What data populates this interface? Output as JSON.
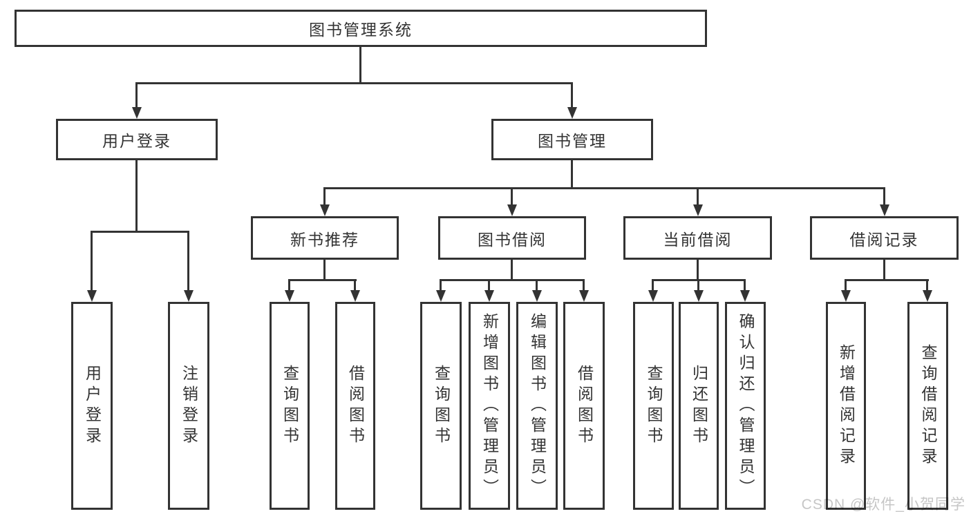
{
  "diagram": {
    "type": "hierarchy-tree",
    "root": {
      "label": "图书管理系统",
      "children": [
        {
          "label": "用户登录",
          "children": [
            {
              "label": "用户登录"
            },
            {
              "label": "注销登录"
            }
          ]
        },
        {
          "label": "图书管理",
          "children": [
            {
              "label": "新书推荐",
              "children": [
                {
                  "label": "查询图书"
                },
                {
                  "label": "借阅图书"
                }
              ]
            },
            {
              "label": "图书借阅",
              "children": [
                {
                  "label": "查询图书"
                },
                {
                  "label": "新增图书（管理员）"
                },
                {
                  "label": "编辑图书（管理员）"
                },
                {
                  "label": "借阅图书"
                }
              ]
            },
            {
              "label": "当前借阅",
              "children": [
                {
                  "label": "查询图书"
                },
                {
                  "label": "归还图书"
                },
                {
                  "label": "确认归还（管理员）"
                }
              ]
            },
            {
              "label": "借阅记录",
              "children": [
                {
                  "label": "新增借阅记录"
                },
                {
                  "label": "查询借阅记录"
                }
              ]
            }
          ]
        }
      ]
    }
  },
  "watermark": {
    "text": "CSDN @软件_小贺同学"
  },
  "colors": {
    "line": "#333333",
    "text": "#333333",
    "box_fill": "#ffffff",
    "watermark": "#c6c6c6",
    "background": "#ffffff"
  }
}
